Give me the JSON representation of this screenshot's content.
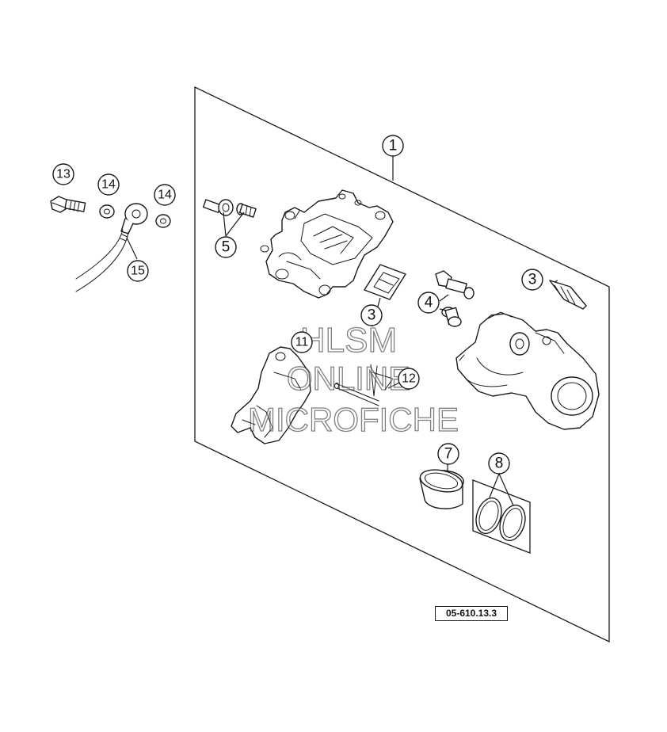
{
  "callouts": {
    "c1": "1",
    "c3a": "3",
    "c3b": "3",
    "c4": "4",
    "c5": "5",
    "c7": "7",
    "c8": "8",
    "c11": "11",
    "c12": "12",
    "c13": "13",
    "c14a": "14",
    "c14b": "14",
    "c15": "15"
  },
  "reference_code": "05-610.13.3",
  "watermark": {
    "line1": "HLSM",
    "line2": "ONLINE",
    "line3": "MICROFICHE"
  }
}
